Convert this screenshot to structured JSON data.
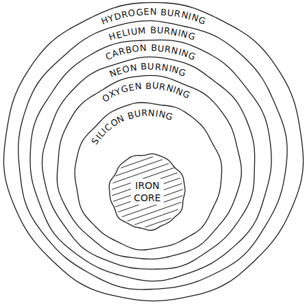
{
  "diagram": {
    "nodes": [
      {
        "text": [
          "HYDROGEN BURNING"
        ]
      },
      {
        "text": [
          "HELIUM BURNING"
        ],
        "in": 0
      },
      {
        "text": [
          "CARBON BURNING"
        ],
        "in": 1
      },
      {
        "text": [
          "NEON BURNING"
        ],
        "in": 2
      },
      {
        "text": [
          "OXYGEN BURNING"
        ],
        "in": 3
      },
      {
        "text": [
          "SILICON BURNING"
        ],
        "in": 4
      },
      {
        "text": [
          "IRON CORE"
        ],
        "in": 5
      }
    ]
  }
}
